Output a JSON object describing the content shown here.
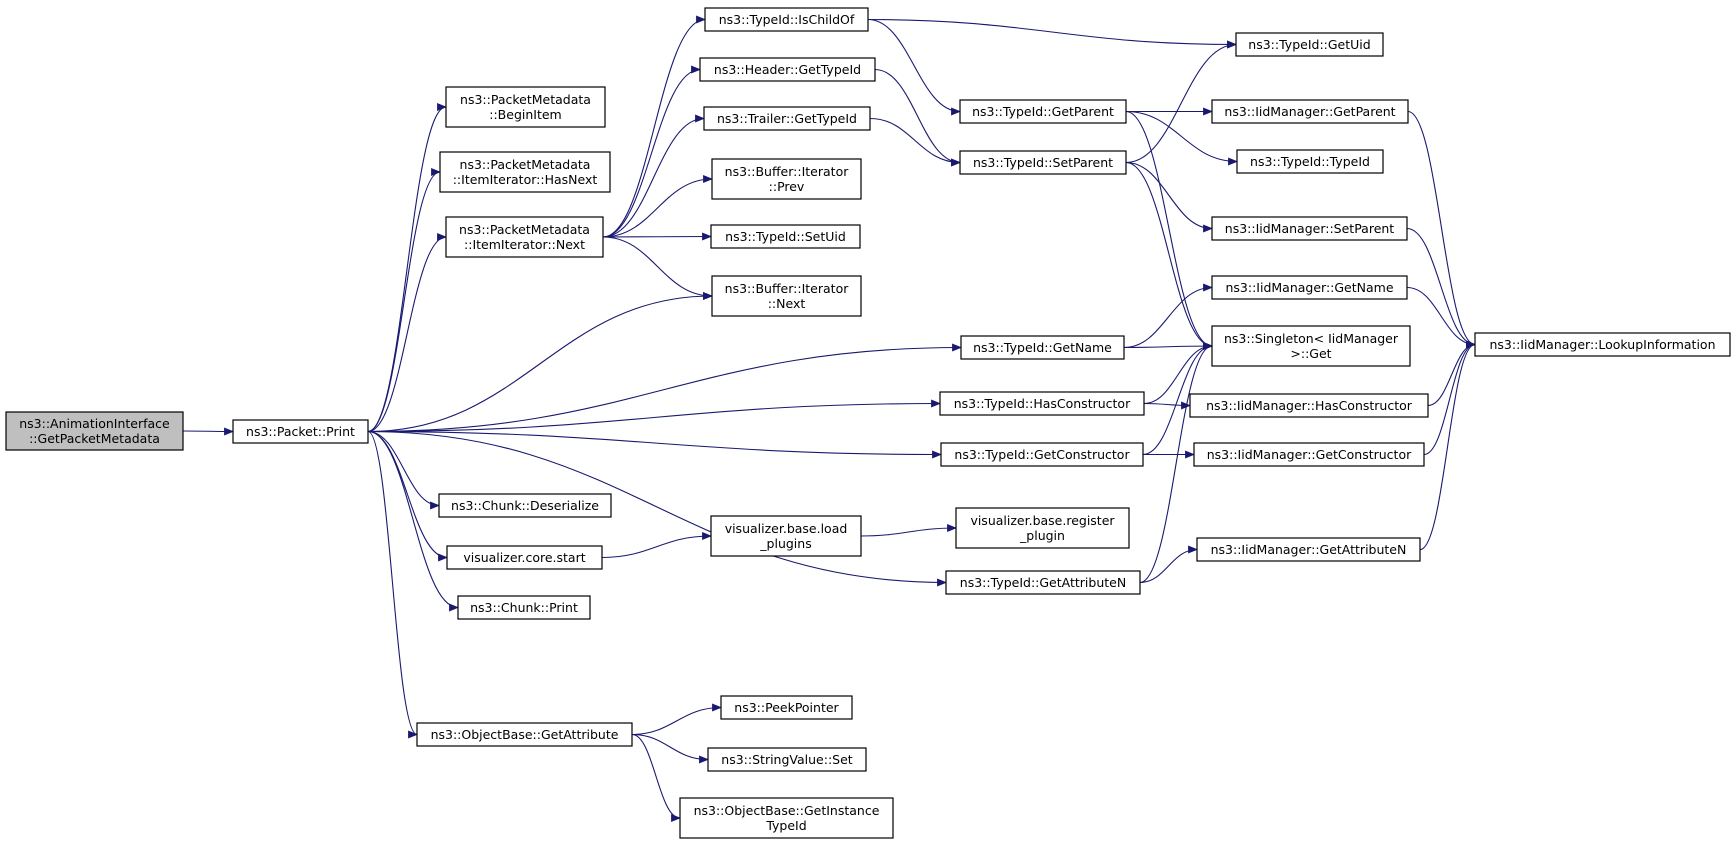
{
  "diagram": {
    "colors": {
      "edge": "#191970",
      "root_fill": "#bfbfbf",
      "node_fill": "#ffffff",
      "node_stroke": "#000000"
    },
    "nodes": [
      {
        "id": "n_root",
        "lines": [
          "ns3::AnimationInterface",
          "::GetPacketMetadata"
        ]
      },
      {
        "id": "n_print",
        "lines": [
          "ns3::Packet::Print"
        ]
      },
      {
        "id": "n_beginitem",
        "lines": [
          "ns3::PacketMetadata",
          "::BeginItem"
        ]
      },
      {
        "id": "n_hasnext",
        "lines": [
          "ns3::PacketMetadata",
          "::ItemIterator::HasNext"
        ]
      },
      {
        "id": "n_itnext",
        "lines": [
          "ns3::PacketMetadata",
          "::ItemIterator::Next"
        ]
      },
      {
        "id": "n_ischildof",
        "lines": [
          "ns3::TypeId::IsChildOf"
        ]
      },
      {
        "id": "n_hdr_gettypeid",
        "lines": [
          "ns3::Header::GetTypeId"
        ]
      },
      {
        "id": "n_trl_gettypeid",
        "lines": [
          "ns3::Trailer::GetTypeId"
        ]
      },
      {
        "id": "n_buf_prev",
        "lines": [
          "ns3::Buffer::Iterator",
          "::Prev"
        ]
      },
      {
        "id": "n_setuid",
        "lines": [
          "ns3::TypeId::SetUid"
        ]
      },
      {
        "id": "n_buf_next",
        "lines": [
          "ns3::Buffer::Iterator",
          "::Next"
        ]
      },
      {
        "id": "n_getuid",
        "lines": [
          "ns3::TypeId::GetUid"
        ]
      },
      {
        "id": "n_getparent",
        "lines": [
          "ns3::TypeId::GetParent"
        ]
      },
      {
        "id": "n_setparent",
        "lines": [
          "ns3::TypeId::SetParent"
        ]
      },
      {
        "id": "n_iid_getparent",
        "lines": [
          "ns3::IidManager::GetParent"
        ]
      },
      {
        "id": "n_typeid_ctor",
        "lines": [
          "ns3::TypeId::TypeId"
        ]
      },
      {
        "id": "n_iid_setparent",
        "lines": [
          "ns3::IidManager::SetParent"
        ]
      },
      {
        "id": "n_iid_getname",
        "lines": [
          "ns3::IidManager::GetName"
        ]
      },
      {
        "id": "n_getname",
        "lines": [
          "ns3::TypeId::GetName"
        ]
      },
      {
        "id": "n_singleton",
        "lines": [
          "ns3::Singleton< IidManager",
          ">::Get"
        ]
      },
      {
        "id": "n_lookup",
        "lines": [
          "ns3::IidManager::LookupInformation"
        ]
      },
      {
        "id": "n_hasctor",
        "lines": [
          "ns3::TypeId::HasConstructor"
        ]
      },
      {
        "id": "n_iid_hasctor",
        "lines": [
          "ns3::IidManager::HasConstructor"
        ]
      },
      {
        "id": "n_getctor",
        "lines": [
          "ns3::TypeId::GetConstructor"
        ]
      },
      {
        "id": "n_iid_getctor",
        "lines": [
          "ns3::IidManager::GetConstructor"
        ]
      },
      {
        "id": "n_chunk_deser",
        "lines": [
          "ns3::Chunk::Deserialize"
        ]
      },
      {
        "id": "n_viz_start",
        "lines": [
          "visualizer.core.start"
        ]
      },
      {
        "id": "n_viz_load",
        "lines": [
          "visualizer.base.load",
          "_plugins"
        ]
      },
      {
        "id": "n_viz_register",
        "lines": [
          "visualizer.base.register",
          "_plugin"
        ]
      },
      {
        "id": "n_getattrn",
        "lines": [
          "ns3::TypeId::GetAttributeN"
        ]
      },
      {
        "id": "n_iid_getattrn",
        "lines": [
          "ns3::IidManager::GetAttributeN"
        ]
      },
      {
        "id": "n_chunk_print",
        "lines": [
          "ns3::Chunk::Print"
        ]
      },
      {
        "id": "n_ob_getattr",
        "lines": [
          "ns3::ObjectBase::GetAttribute"
        ]
      },
      {
        "id": "n_peekpointer",
        "lines": [
          "ns3::PeekPointer"
        ]
      },
      {
        "id": "n_strval_set",
        "lines": [
          "ns3::StringValue::Set"
        ]
      },
      {
        "id": "n_ob_getinst",
        "lines": [
          "ns3::ObjectBase::GetInstance",
          "TypeId"
        ]
      }
    ],
    "edges": [
      [
        "n_root",
        "n_print"
      ],
      [
        "n_print",
        "n_beginitem"
      ],
      [
        "n_print",
        "n_hasnext"
      ],
      [
        "n_print",
        "n_itnext"
      ],
      [
        "n_print",
        "n_buf_next"
      ],
      [
        "n_print",
        "n_getname"
      ],
      [
        "n_print",
        "n_hasctor"
      ],
      [
        "n_print",
        "n_getctor"
      ],
      [
        "n_print",
        "n_chunk_deser"
      ],
      [
        "n_print",
        "n_viz_start"
      ],
      [
        "n_print",
        "n_chunk_print"
      ],
      [
        "n_print",
        "n_getattrn"
      ],
      [
        "n_print",
        "n_ob_getattr"
      ],
      [
        "n_itnext",
        "n_ischildof"
      ],
      [
        "n_itnext",
        "n_hdr_gettypeid"
      ],
      [
        "n_itnext",
        "n_trl_gettypeid"
      ],
      [
        "n_itnext",
        "n_buf_prev"
      ],
      [
        "n_itnext",
        "n_setuid"
      ],
      [
        "n_itnext",
        "n_buf_next"
      ],
      [
        "n_ischildof",
        "n_getuid"
      ],
      [
        "n_ischildof",
        "n_getparent"
      ],
      [
        "n_hdr_gettypeid",
        "n_setparent"
      ],
      [
        "n_trl_gettypeid",
        "n_setparent"
      ],
      [
        "n_getparent",
        "n_iid_getparent"
      ],
      [
        "n_getparent",
        "n_typeid_ctor"
      ],
      [
        "n_getparent",
        "n_singleton"
      ],
      [
        "n_setparent",
        "n_getuid"
      ],
      [
        "n_setparent",
        "n_iid_setparent"
      ],
      [
        "n_setparent",
        "n_singleton"
      ],
      [
        "n_getname",
        "n_iid_getname"
      ],
      [
        "n_getname",
        "n_singleton"
      ],
      [
        "n_hasctor",
        "n_singleton"
      ],
      [
        "n_hasctor",
        "n_iid_hasctor"
      ],
      [
        "n_getctor",
        "n_singleton"
      ],
      [
        "n_getctor",
        "n_iid_getctor"
      ],
      [
        "n_getattrn",
        "n_singleton"
      ],
      [
        "n_getattrn",
        "n_iid_getattrn"
      ],
      [
        "n_iid_getparent",
        "n_lookup"
      ],
      [
        "n_iid_setparent",
        "n_lookup"
      ],
      [
        "n_iid_getname",
        "n_lookup"
      ],
      [
        "n_iid_hasctor",
        "n_lookup"
      ],
      [
        "n_iid_getctor",
        "n_lookup"
      ],
      [
        "n_iid_getattrn",
        "n_lookup"
      ],
      [
        "n_viz_start",
        "n_viz_load"
      ],
      [
        "n_viz_load",
        "n_viz_register"
      ],
      [
        "n_ob_getattr",
        "n_peekpointer"
      ],
      [
        "n_ob_getattr",
        "n_strval_set"
      ],
      [
        "n_ob_getattr",
        "n_ob_getinst"
      ]
    ]
  }
}
